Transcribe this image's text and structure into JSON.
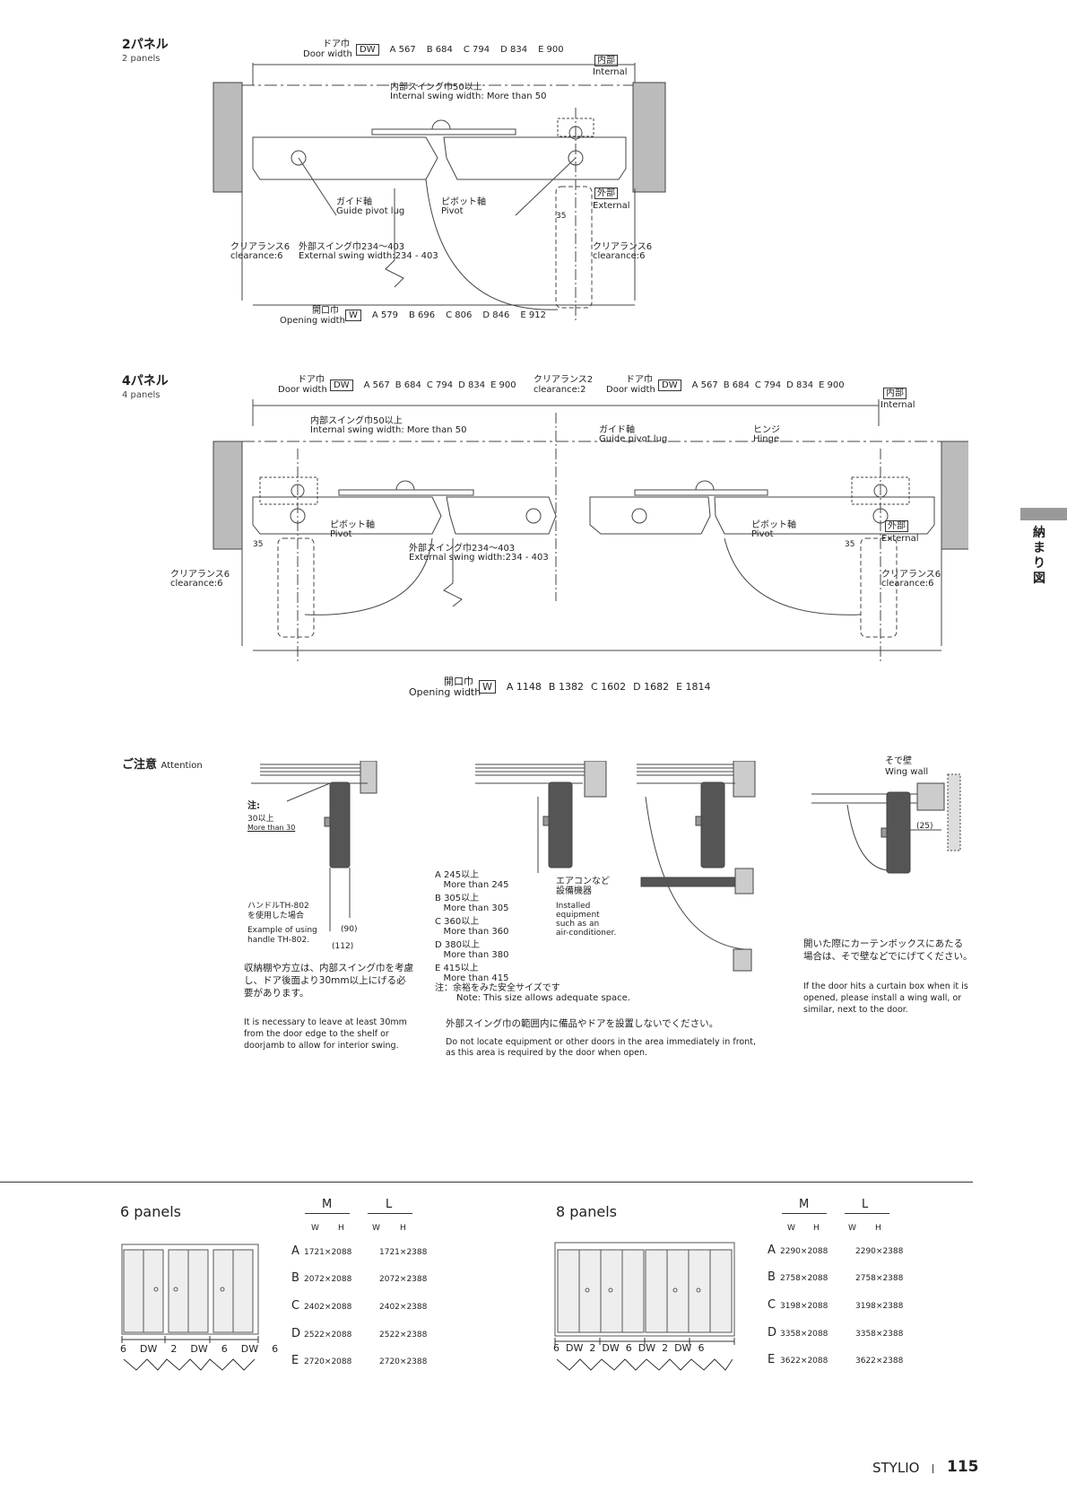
{
  "section2": {
    "title_jp": "2パネル",
    "title_en": "2 panels",
    "door_width_jp": "ドア巾",
    "door_width_en": "Door width",
    "dw_box": "DW",
    "dw_values": [
      "A 567",
      "B 684",
      "C 794",
      "D 834",
      "E 900"
    ],
    "internal_jp": "内部",
    "internal_en": "Internal",
    "external_jp": "外部",
    "external_en": "External",
    "int_swing_jp": "内部スイング巾50以上",
    "int_swing_en": "Internal swing width: More than 50",
    "guide_jp": "ガイド軸",
    "guide_en": "Guide pivot lug",
    "pivot_jp": "ピボット軸",
    "pivot_en": "Pivot",
    "dim35": "35",
    "clear_left_jp": "クリアランス6",
    "clear_left_en": "clearance:6",
    "ext_swing_jp": "外部スイング巾234〜403",
    "ext_swing_en": "External swing width:234 - 403",
    "clear_right_jp": "クリアランス6",
    "clear_right_en": "clearance:6",
    "open_jp": "開口巾",
    "open_en": "Opening width",
    "w_box": "W",
    "w_values": [
      "A 579",
      "B 696",
      "C 806",
      "D 846",
      "E 912"
    ]
  },
  "section4": {
    "title_jp": "4パネル",
    "title_en": "4 panels",
    "door_width_jp": "ドア巾",
    "door_width_en": "Door width",
    "dw_box": "DW",
    "dw_values": [
      "A 567",
      "B 684",
      "C 794",
      "D 834",
      "E 900"
    ],
    "clear2_jp": "クリアランス2",
    "clear2_en": "clearance:2",
    "door_width2_jp": "ドア巾",
    "door_width2_en": "Door width",
    "dw2_values": [
      "A 567",
      "B 684",
      "C 794",
      "D 834",
      "E 900"
    ],
    "internal_jp": "内部",
    "internal_en": "Internal",
    "int_swing_jp": "内部スイング巾50以上",
    "int_swing_en": "Internal swing width: More than 50",
    "guide_jp": "ガイド軸",
    "guide_en": "Guide pivot lug",
    "hinge_jp": "ヒンジ",
    "hinge_en": "Hinge",
    "pivot_jp": "ピボット軸",
    "pivot_en": "Pivot",
    "external_jp": "外部",
    "external_en": "External",
    "dim35": "35",
    "ext_swing_jp": "外部スイング巾234〜403",
    "ext_swing_en": "External swing width:234 - 403",
    "clear_left_jp": "クリアランス6",
    "clear_left_en": "clearance:6",
    "clear_right_jp": "クリアランス6",
    "clear_right_en": "clearance:6",
    "open_jp": "開口巾",
    "open_en": "Opening width",
    "w_box": "W",
    "w_values": [
      "A 1148",
      "B 1382",
      "C 1602",
      "D 1682",
      "E 1814"
    ]
  },
  "attention": {
    "title_jp": "ご注意",
    "title_en": "Attention",
    "note_mark": "注:",
    "more30_jp": "30以上",
    "more30_en": "More than 30",
    "handle_jp": "ハンドルTH-802\nを使用した場合",
    "handle_en": "Example of using\nhandle TH-802.",
    "dim90": "(90)",
    "dim112": "(112)",
    "p1_jp": "収納棚や方立は、内部スイング巾を考慮\nし、ドア後面より30mm以上にげる必\n要があります。",
    "p1_en": "It is necessary to leave at least 30mm\nfrom the door edge to the shelf or\ndoorjamb to allow for interior swing.",
    "list": [
      {
        "k": "A",
        "jp": "245以上",
        "en": "More than 245"
      },
      {
        "k": "B",
        "jp": "305以上",
        "en": "More than 305"
      },
      {
        "k": "C",
        "jp": "360以上",
        "en": "More than 360"
      },
      {
        "k": "D",
        "jp": "380以上",
        "en": "More than 380"
      },
      {
        "k": "E",
        "jp": "415以上",
        "en": "More than 415"
      }
    ],
    "aircon_jp": "エアコンなど\n設備機器",
    "aircon_en": "Installed\nequipment\nsuch as an\nair-conditioner.",
    "safe_jp": "注：余裕をみた安全サイズです",
    "safe_en": "Note: This size allows adequate space.",
    "p2_jp": "外部スイング巾の範囲内に備品やドアを設置しないでください。",
    "p2_en": "Do not locate equipment or other doors in the area immediately in front,\nas this area is required by the door when open.",
    "wing_jp": "そで壁",
    "wing_en": "Wing wall",
    "dim25": "(25)",
    "p3_jp": "開いた際にカーテンボックスにあたる\n場合は、そで壁などでにげてください。",
    "p3_en": "If the door hits a curtain box when it is\nopened, please install a wing wall, or\nsimilar, next to the door."
  },
  "side_tab": "納まり図",
  "panels6": {
    "title": "6 panels",
    "m": "M",
    "l": "L",
    "w": "W",
    "h": "H",
    "rows": [
      {
        "k": "A",
        "m": "1721×2088",
        "l": "1721×2388"
      },
      {
        "k": "B",
        "m": "2072×2088",
        "l": "2072×2388"
      },
      {
        "k": "C",
        "m": "2402×2088",
        "l": "2402×2388"
      },
      {
        "k": "D",
        "m": "2522×2088",
        "l": "2522×2388"
      },
      {
        "k": "E",
        "m": "2720×2088",
        "l": "2720×2388"
      }
    ],
    "dimline": [
      "6",
      "DW",
      "2",
      "DW",
      "6",
      "DW",
      "6"
    ]
  },
  "panels8": {
    "title": "8 panels",
    "m": "M",
    "l": "L",
    "w": "W",
    "h": "H",
    "rows": [
      {
        "k": "A",
        "m": "2290×2088",
        "l": "2290×2388"
      },
      {
        "k": "B",
        "m": "2758×2088",
        "l": "2758×2388"
      },
      {
        "k": "C",
        "m": "3198×2088",
        "l": "3198×2388"
      },
      {
        "k": "D",
        "m": "3358×2088",
        "l": "3358×2388"
      },
      {
        "k": "E",
        "m": "3622×2088",
        "l": "3622×2388"
      }
    ],
    "dimline": [
      "6",
      "DW",
      "2",
      "DW",
      "6",
      "DW",
      "2",
      "DW",
      "6"
    ]
  },
  "footer": {
    "brand": "STYLIO",
    "page": "115"
  }
}
